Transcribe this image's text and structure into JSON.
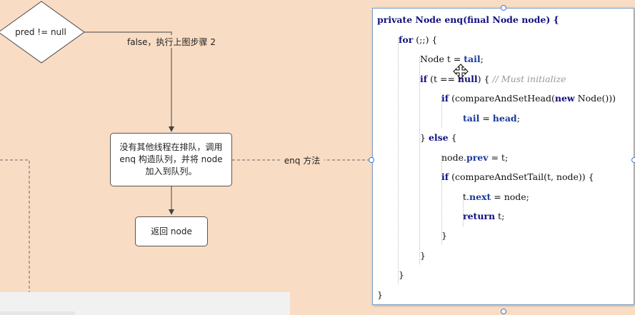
{
  "diagram": {
    "decision_label": "pred != null",
    "false_edge_label": "false，执行上图步骤 2",
    "enq_node_label": "没有其他线程在排队，调用 enq 构造队列，并将 node 加入到队列。",
    "return_node_label": "返回 node",
    "enq_edge_label": "enq 方法"
  },
  "code": {
    "lines": [
      "private Node enq(final Node node) {",
      "for (;;) {",
      "Node t = tail;",
      "if (t == null) { // Must initialize",
      "if (compareAndSetHead(new Node()))",
      "tail = head;",
      "} else {",
      "node.prev = t;",
      "if (compareAndSetTail(t, node)) {",
      "t.next = node;",
      "return t;",
      "}",
      "}",
      "}",
      "}"
    ]
  },
  "colors": {
    "canvas_bg": "#f9dcc4",
    "selection_handle": "#3a7bd5",
    "keyword": "#101080"
  }
}
